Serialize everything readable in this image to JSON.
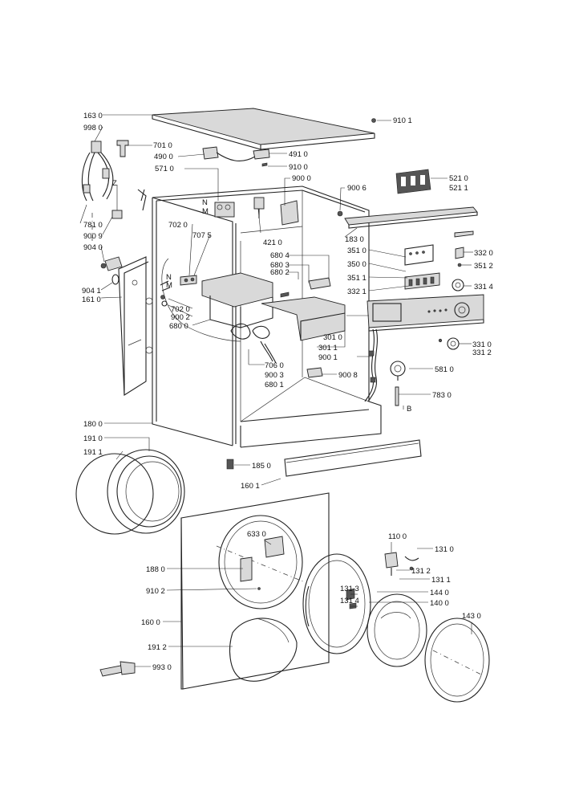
{
  "labels": {
    "l1630": "163 0",
    "l9980": "998 0",
    "l7010": "701 0",
    "l4900": "490 0",
    "l4910": "491 0",
    "l9100": "910 0",
    "l5710": "571 0",
    "l9000": "900 0",
    "l9006": "900 6",
    "l9101": "910 1",
    "l5210": "521 0",
    "l5211": "521 1",
    "l7810": "781 0",
    "l9009": "900 9",
    "l9040": "904 0",
    "l9041": "904 1",
    "l1610": "161 0",
    "l4210": "421 0",
    "l7020a": "702 0",
    "l7075": "707 5",
    "l7020b": "702 0",
    "l9002": "900 2",
    "l6800": "680 0",
    "l6804": "680 4",
    "l6803": "680 3",
    "l6802": "680 2",
    "l1830": "183 0",
    "l3320": "332 0",
    "l3510": "351 0",
    "l3500": "350 0",
    "l3512": "351 2",
    "l3511": "351 1",
    "l3321": "332 1",
    "l3314": "331 4",
    "l3010": "301 0",
    "l3011": "301 1",
    "l9001": "900 1",
    "l3310": "331 0",
    "l3312": "331 2",
    "l7060": "706 0",
    "l9003": "900 3",
    "l6801": "680 1",
    "l9008": "900 8",
    "l5810": "581 0",
    "l7830": "783 0",
    "l1800": "180 0",
    "l1910": "191 0",
    "l1911": "191 1",
    "l1850": "185 0",
    "l1601": "160 1",
    "l6330": "633 0",
    "l1100": "110 0",
    "l1310": "131 0",
    "l1880": "188 0",
    "l1312": "131 2",
    "l1311": "131 1",
    "l9102": "910 2",
    "l1313": "131 3",
    "l1440": "144 0",
    "l1314": "131 4",
    "l1400": "140 0",
    "l1600": "160 0",
    "l1430": "143 0",
    "l1912": "191 2",
    "l9930": "993 0",
    "mN1": "N",
    "mM1": "M",
    "mN2": "N",
    "mM2": "M",
    "mZ": "Z",
    "mB": "B"
  }
}
